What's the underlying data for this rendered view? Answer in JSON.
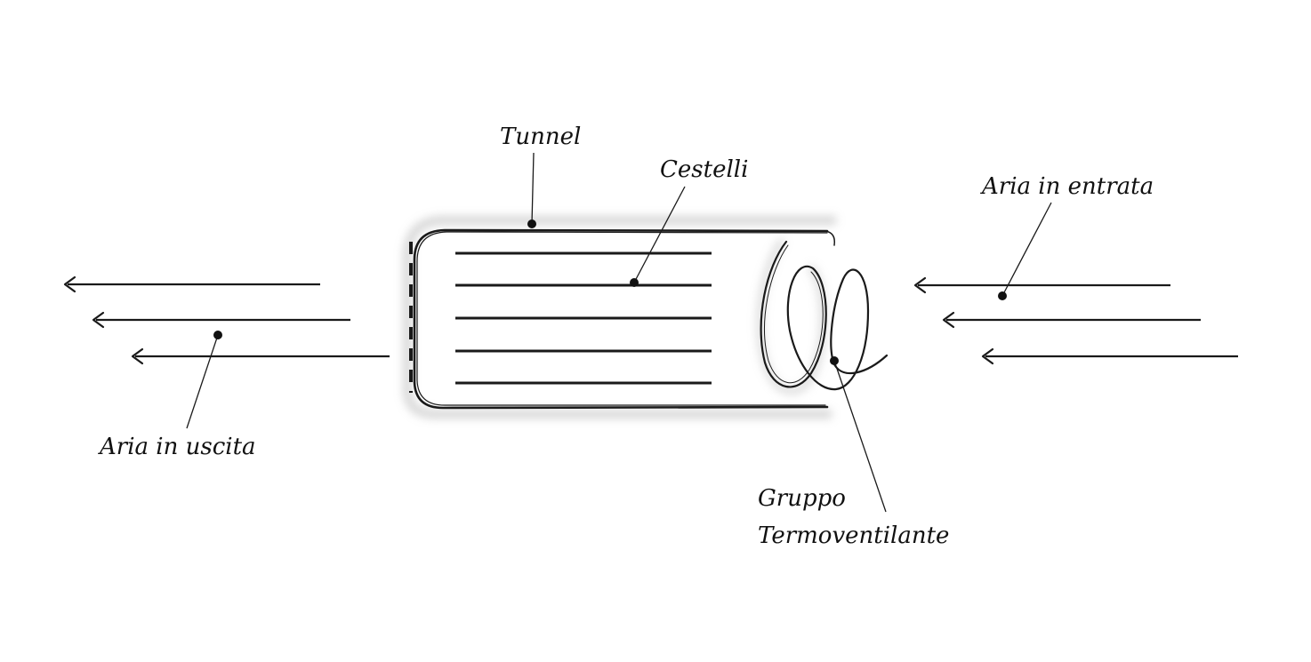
{
  "labels": {
    "tunnel": "Tunnel",
    "cestelli": "Cestelli",
    "aria_entrata": "Aria in entrata",
    "aria_uscita": "Aria in uscita",
    "gruppo_line1": "Gruppo",
    "gruppo_line2": "Termoventilante"
  },
  "colors": {
    "ink": "#1a1a1a",
    "shadow": "#c8c8c8"
  }
}
